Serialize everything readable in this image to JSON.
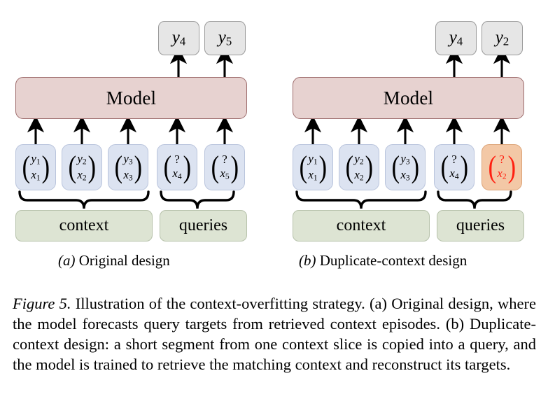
{
  "figure": {
    "label": "Figure 5.",
    "caption": " Illustration of the context-overfitting strategy. (a) Original design, where the model forecasts query targets from retrieved context episodes. (b) Duplicate-context design: a short segment from one context slice is copied into a query, and the model is trained to retrieve the matching context and reconstruct its targets."
  },
  "colors": {
    "model_fill": "#e7d2d0",
    "model_stroke": "#9d6b6b",
    "token_fill": "#dce3f1",
    "token_stroke": "#b9c4dc",
    "token_highlight_fill": "#f3c8a6",
    "token_highlight_stroke": "#dca478",
    "group_fill": "#dde4d3",
    "group_stroke": "#b7c2ab",
    "output_fill": "#e6e6e6",
    "output_stroke": "#9a9a9a",
    "highlight_text": "#ff1f10"
  },
  "panels": [
    {
      "id": "a",
      "subcaption_label": "(a)",
      "subcaption_text": " Original design",
      "model_label": "Model",
      "outputs": [
        {
          "name": "y4",
          "base": "y",
          "sub": "4"
        },
        {
          "name": "y5",
          "base": "y",
          "sub": "5"
        }
      ],
      "tokens": [
        {
          "top_base": "y",
          "top_sub": "1",
          "bottom_base": "x",
          "bottom_sub": "1",
          "highlight": false
        },
        {
          "top_base": "y",
          "top_sub": "2",
          "bottom_base": "x",
          "bottom_sub": "2",
          "highlight": false
        },
        {
          "top_base": "y",
          "top_sub": "3",
          "bottom_base": "x",
          "bottom_sub": "3",
          "highlight": false
        },
        {
          "top_base": "?",
          "top_sub": "",
          "bottom_base": "x",
          "bottom_sub": "4",
          "highlight": false
        },
        {
          "top_base": "?",
          "top_sub": "",
          "bottom_base": "x",
          "bottom_sub": "5",
          "highlight": false
        }
      ],
      "groups": [
        {
          "label": "context"
        },
        {
          "label": "queries"
        }
      ]
    },
    {
      "id": "b",
      "subcaption_label": "(b)",
      "subcaption_text": " Duplicate-context design",
      "model_label": "Model",
      "outputs": [
        {
          "name": "y4",
          "base": "y",
          "sub": "4"
        },
        {
          "name": "y2",
          "base": "y",
          "sub": "2"
        }
      ],
      "tokens": [
        {
          "top_base": "y",
          "top_sub": "1",
          "bottom_base": "x",
          "bottom_sub": "1",
          "highlight": false
        },
        {
          "top_base": "y",
          "top_sub": "2",
          "bottom_base": "x",
          "bottom_sub": "2",
          "highlight": false
        },
        {
          "top_base": "y",
          "top_sub": "3",
          "bottom_base": "x",
          "bottom_sub": "3",
          "highlight": false
        },
        {
          "top_base": "?",
          "top_sub": "",
          "bottom_base": "x",
          "bottom_sub": "4",
          "highlight": false
        },
        {
          "top_base": "?",
          "top_sub": "",
          "bottom_base": "x",
          "bottom_sub": "2",
          "highlight": true
        }
      ],
      "groups": [
        {
          "label": "context"
        },
        {
          "label": "queries"
        }
      ]
    }
  ]
}
